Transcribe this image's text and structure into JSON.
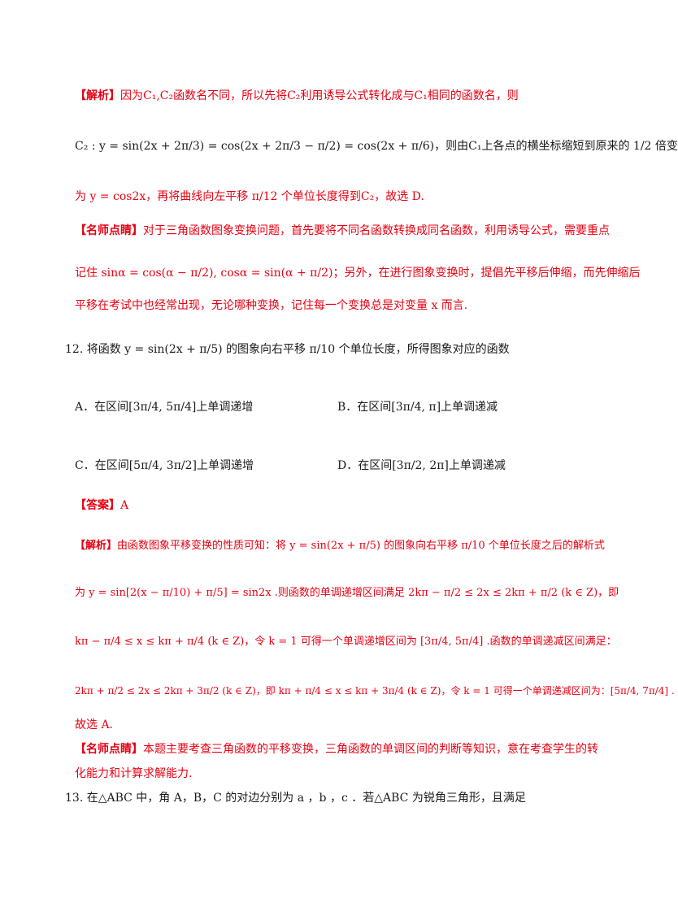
{
  "q11": {
    "analysis_tag": "【解析】",
    "analysis_l1": "因为C₁,C₂函数名不同，所以先将C₂利用诱导公式转化成与C₁相同的函数名，则",
    "analysis_l2": "C₂ : y = sin(2x + 2π/3) = cos(2x + 2π/3 − π/2) = cos(2x + π/6)，则由C₁上各点的横坐标缩短到原来的 1/2 倍变",
    "analysis_l3": "为 y = cos2x，再将曲线向左平移 π/12 个单位长度得到C₂，故选 D.",
    "tip_tag": "【名师点睛】",
    "tip_l1": "对于三角函数图象变换问题，首先要将不同名函数转换成同名函数，利用诱导公式，需要重点",
    "tip_l2": "记住 sinα = cos(α − π/2), cosα = sin(α + π/2)；另外，在进行图象变换时，提倡先平移后伸缩，而先伸缩后",
    "tip_l3": "平移在考试中也经常出现，无论哪种变换，记住每一个变换总是对变量 x 而言."
  },
  "q12": {
    "stem": "12.  将函数 y = sin(2x + π/5) 的图象向右平移 π/10 个单位长度，所得图象对应的函数",
    "optA": "A．在区间[3π/4, 5π/4]上单调递增",
    "optB": "B．在区间[3π/4, π]上单调递减",
    "optC": "C．在区间[5π/4, 3π/2]上单调递增",
    "optD": "D．在区间[3π/2, 2π]上单调递减",
    "answer_tag": "【答案】",
    "answer": "A",
    "analysis_tag": "【解析】",
    "analysis_l1": "由函数图象平移变换的性质可知：将 y = sin(2x + π/5) 的图象向右平移 π/10 个单位长度之后的解析式",
    "analysis_l2": "为 y = sin[2(x − π/10) + π/5] = sin2x .则函数的单调递增区间满足 2kπ − π/2 ≤ 2x ≤ 2kπ + π/2 (k ∈ Z)，即",
    "analysis_l3": "kπ − π/4 ≤ x ≤ kπ + π/4 (k ∈ Z)，令 k = 1 可得一个单调递增区间为 [3π/4, 5π/4] .函数的单调递减区间满足：",
    "analysis_l4": "2kπ + π/2 ≤ 2x ≤ 2kπ + 3π/2 (k ∈ Z)，即 kπ + π/4 ≤ x ≤ kπ + 3π/4 (k ∈ Z)，令 k = 1 可得一个单调递减区间为：[5π/4, 7π/4] .",
    "analysis_l5": "故选 A.",
    "tip_tag": "【名师点睛】",
    "tip_l1": "本题主要考查三角函数的平移变换，三角函数的单调区间的判断等知识，意在考查学生的转",
    "tip_l2": "化能力和计算求解能力."
  },
  "q13": {
    "stem": "13.  在△ABC 中，角 A，B，C 的对边分别为 a ，b ，c ．若△ABC 为锐角三角形，且满足"
  }
}
